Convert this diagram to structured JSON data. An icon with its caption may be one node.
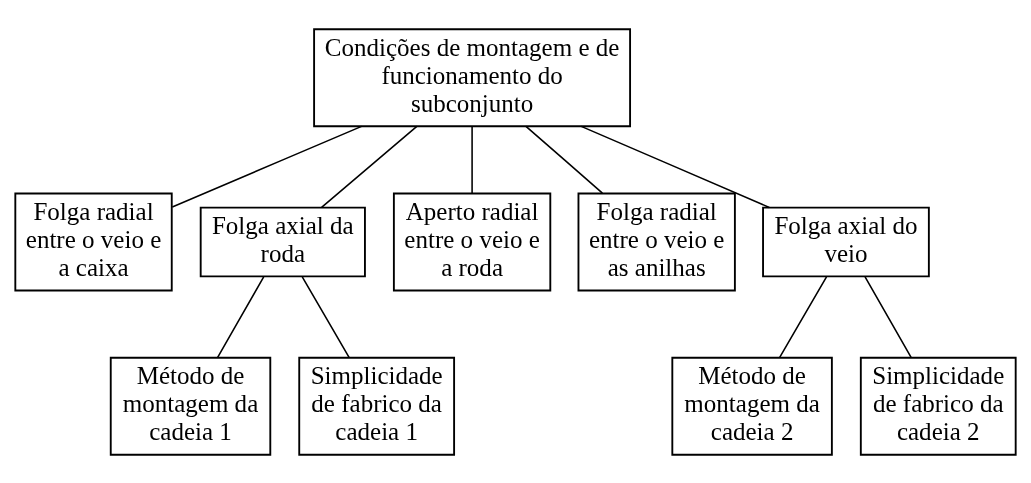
{
  "diagram": {
    "nodes": [
      {
        "text": [
          "Condições de montagem e de funcionamento do subconjunto"
        ]
      },
      {
        "text": [
          "Folga radial entre o veio e a caixa"
        ]
      },
      {
        "text": [
          "Folga axial da roda"
        ]
      },
      {
        "text": [
          "Aperto radial entre o veio e a roda"
        ]
      },
      {
        "text": [
          "Folga radial entre o veio e as anilhas"
        ]
      },
      {
        "text": [
          "Folga axial do veio"
        ]
      },
      {
        "text": [
          "Método de montagem da cadeia 1"
        ]
      },
      {
        "text": [
          "Simplicidade de fabrico da cadeia 1"
        ]
      },
      {
        "text": [
          "Método de montagem da cadeia 2"
        ]
      },
      {
        "text": [
          "Simplicidade de fabrico da cadeia 2"
        ]
      }
    ],
    "edges": [
      {
        "from": 0,
        "to": 1,
        "arrow": "none"
      },
      {
        "from": 0,
        "to": 2,
        "arrow": "none"
      },
      {
        "from": 0,
        "to": 3,
        "arrow": "none"
      },
      {
        "from": 0,
        "to": 4,
        "arrow": "none"
      },
      {
        "from": 0,
        "to": 5,
        "arrow": "none"
      },
      {
        "from": 2,
        "to": 6,
        "arrow": "none"
      },
      {
        "from": 2,
        "to": 7,
        "arrow": "none"
      },
      {
        "from": 5,
        "to": 8,
        "arrow": "none"
      },
      {
        "from": 5,
        "to": 9,
        "arrow": "none"
      }
    ]
  }
}
